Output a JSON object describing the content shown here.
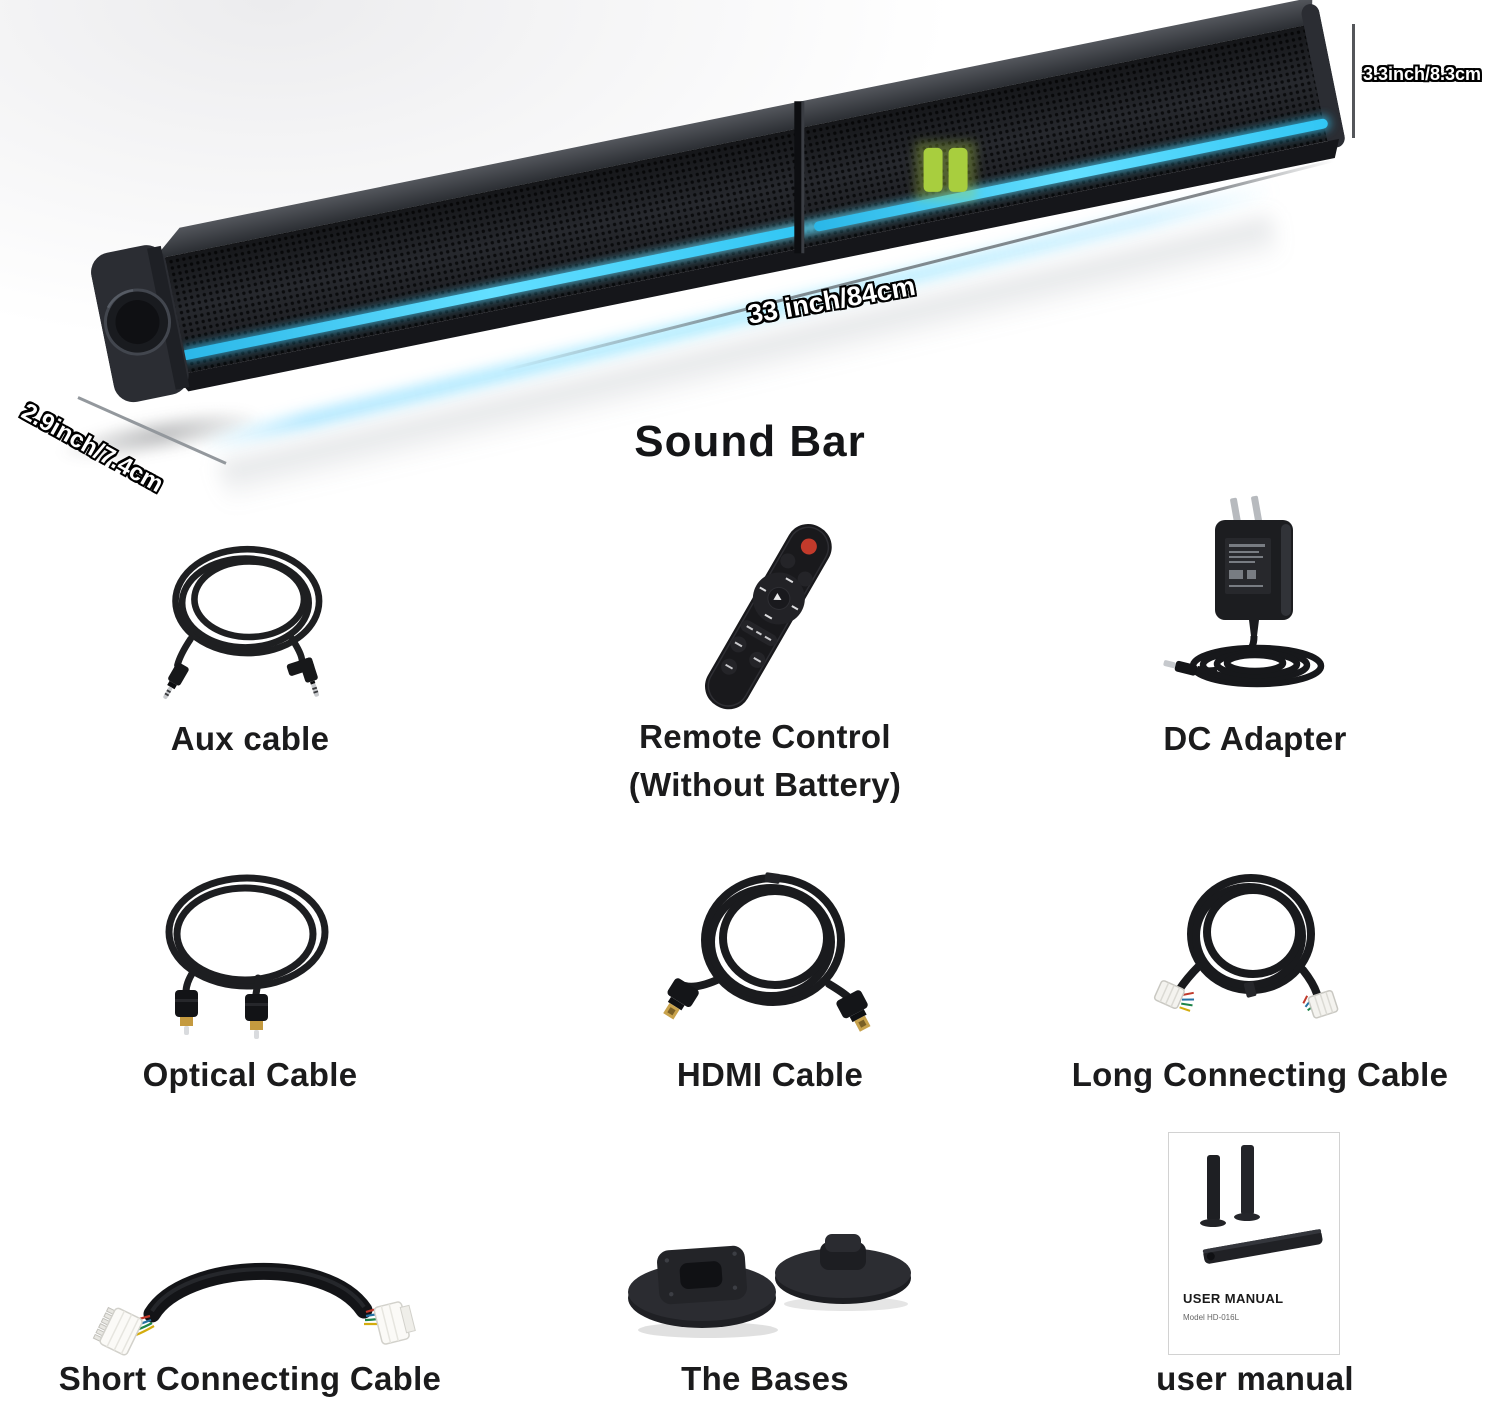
{
  "hero": {
    "title": "Sound Bar",
    "dim_height": "3.3inch/8.3cm",
    "dim_length": "33 inch/84cm",
    "dim_depth": "2.9inch/7.4cm"
  },
  "accessories": [
    {
      "label": "Aux cable"
    },
    {
      "label": "Remote Control",
      "sublabel": "(Without Battery)"
    },
    {
      "label": "DC Adapter"
    },
    {
      "label": "Optical Cable"
    },
    {
      "label": "HDMI Cable"
    },
    {
      "label": "Long Connecting Cable"
    },
    {
      "label": "Short Connecting Cable"
    },
    {
      "label": "The Bases"
    },
    {
      "label": "user manual"
    }
  ],
  "manual_card": {
    "title": "USER MANUAL",
    "model": "Model HD-016L"
  },
  "colors": {
    "led_blue": "#45d2ff",
    "indicator_green": "#a8ce3e",
    "label_text": "#1b1b1c"
  }
}
